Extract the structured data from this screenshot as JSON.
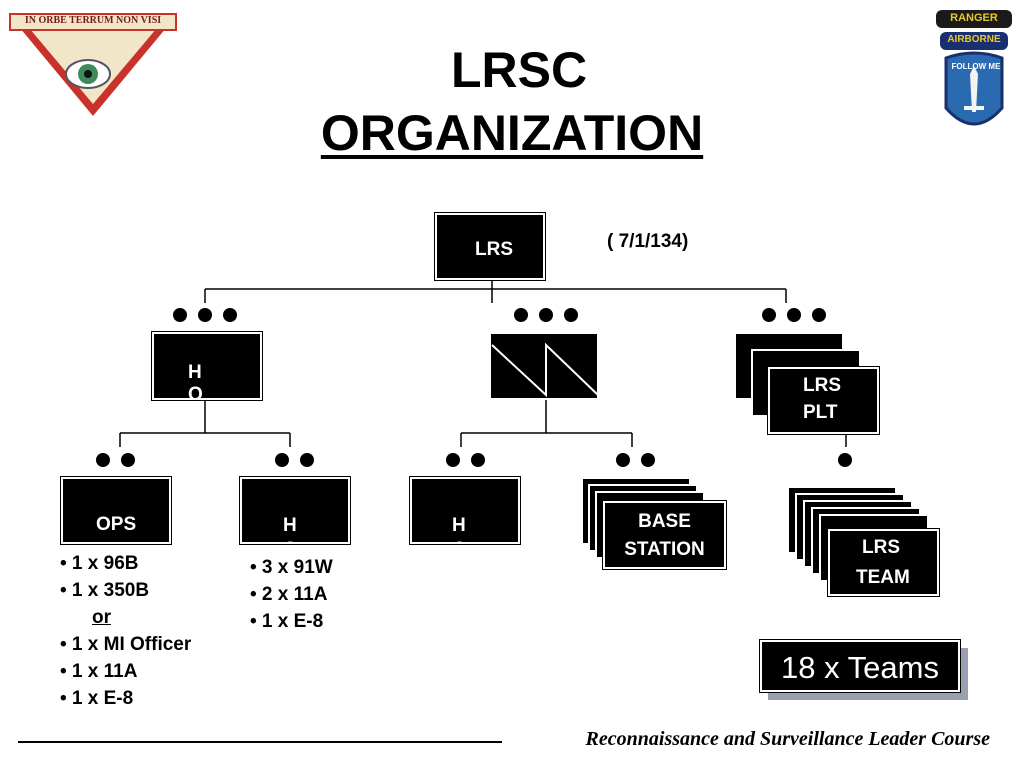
{
  "title_line1": "LRSC",
  "title_line2": "ORGANIZATION",
  "unit_code": "( 7/1/134)",
  "emblem_left_motto": "IN ORBE TERRUM NON VISI",
  "tab_ranger": "RANGER",
  "tab_airborne": "AIRBORNE",
  "patch_motto": "FOLLOW ME",
  "nodes": {
    "lrs": "LRS",
    "hq_top": "H Q",
    "lrs_plt_1": "LRS",
    "lrs_plt_2": "PLT",
    "ops": "OPS",
    "hq_mid": "H Q",
    "hq_right": "H Q",
    "base_1": "BASE",
    "base_2": "STATION",
    "team_1": "LRS",
    "team_2": "TEAM"
  },
  "ops_list": [
    "• 1 x 96B",
    "• 1 x 350B",
    "or",
    "• 1 x MI Officer",
    "• 1 x 11A",
    "• 1 x E-8"
  ],
  "hq_list": [
    "• 3 x 91W",
    "• 2 x 11A",
    "• 1 x E-8"
  ],
  "teams_label": "18 x Teams",
  "footer": "Reconnaissance and Surveillance Leader Course",
  "colors": {
    "background": "#ffffff",
    "box": "#000000",
    "emblem_red": "#c8322a",
    "tab_yellow": "#e8c830",
    "patch_blue": "#2a6ab0"
  }
}
